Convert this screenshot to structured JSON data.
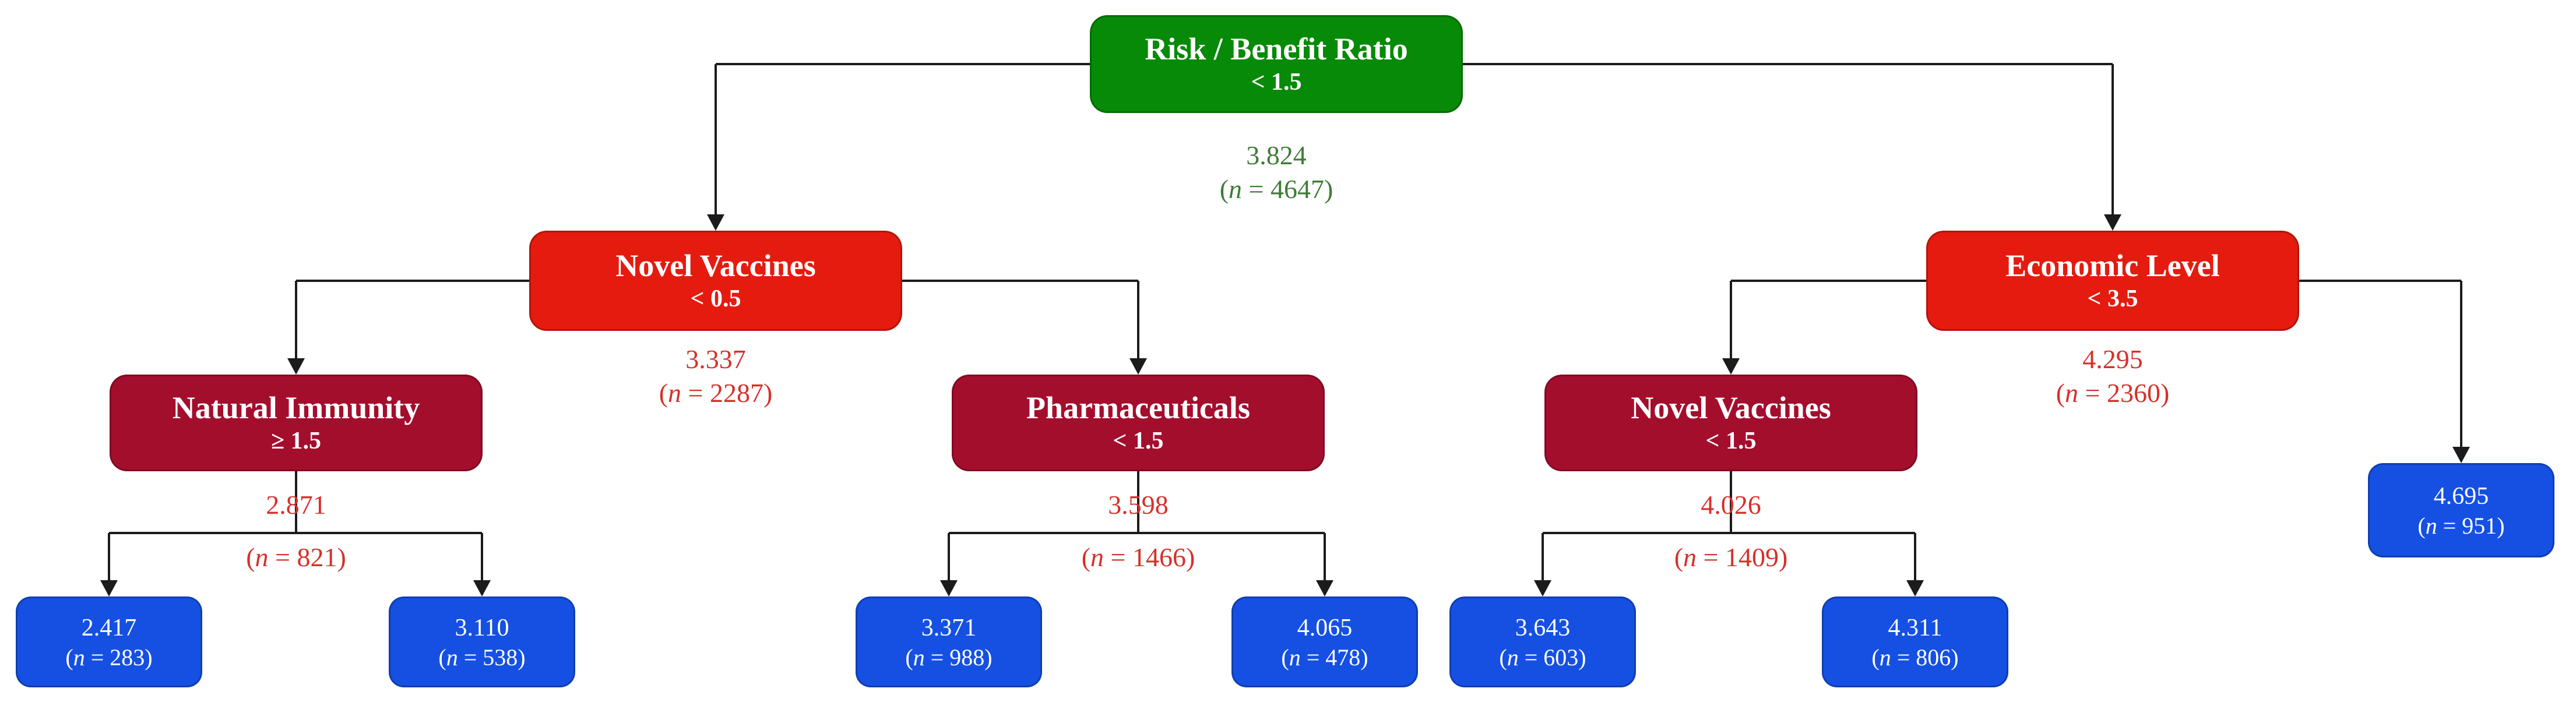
{
  "diagram": {
    "type": "decision-tree",
    "nodes": [
      {
        "id": "root",
        "label": "Risk / Benefit Ratio",
        "threshold": "< 1.5",
        "value": "3.824",
        "n": 4647,
        "n_label": "(n = 4647)",
        "level": "root"
      },
      {
        "id": "novel_vaccines_1",
        "label": "Novel Vaccines",
        "threshold": "< 0.5",
        "value": "3.337",
        "n": 2287,
        "n_label": "(n = 2287)",
        "level": "branch"
      },
      {
        "id": "economic_level",
        "label": "Economic Level",
        "threshold": "< 3.5",
        "value": "4.295",
        "n": 2360,
        "n_label": "(n = 2360)",
        "level": "branch"
      },
      {
        "id": "natural_immunity",
        "label": "Natural Immunity",
        "threshold": "≥ 1.5",
        "value": "2.871",
        "n": 821,
        "n_label": "(n = 821)",
        "level": "subbranch"
      },
      {
        "id": "pharmaceuticals",
        "label": "Pharmaceuticals",
        "threshold": "< 1.5",
        "value": "3.598",
        "n": 1466,
        "n_label": "(n = 1466)",
        "level": "subbranch"
      },
      {
        "id": "novel_vaccines_2",
        "label": "Novel Vaccines",
        "threshold": "< 1.5",
        "value": "4.026",
        "n": 1409,
        "n_label": "(n = 1409)",
        "level": "subbranch"
      }
    ],
    "leaves": [
      {
        "id": "leaf_1",
        "value": "2.417",
        "n": 283,
        "n_label": "(n = 283)"
      },
      {
        "id": "leaf_2",
        "value": "3.110",
        "n": 538,
        "n_label": "(n = 538)"
      },
      {
        "id": "leaf_3",
        "value": "3.371",
        "n": 988,
        "n_label": "(n = 988)"
      },
      {
        "id": "leaf_4",
        "value": "4.065",
        "n": 478,
        "n_label": "(n = 478)"
      },
      {
        "id": "leaf_5",
        "value": "3.643",
        "n": 603,
        "n_label": "(n = 603)"
      },
      {
        "id": "leaf_6",
        "value": "4.311",
        "n": 806,
        "n_label": "(n = 806)"
      },
      {
        "id": "leaf_7",
        "value": "4.695",
        "n": 951,
        "n_label": "(n = 951)"
      }
    ],
    "colors": {
      "root_fill": "#078a07",
      "branch_fill": "#e51b10",
      "subbranch_fill": "#a40e2d",
      "leaf_fill": "#1550e2",
      "node_text": "#ffffff",
      "stat_green": "#3e7c36",
      "stat_red": "#d6302a",
      "edge": "#1b1b1b",
      "background": "#ffffff"
    }
  }
}
